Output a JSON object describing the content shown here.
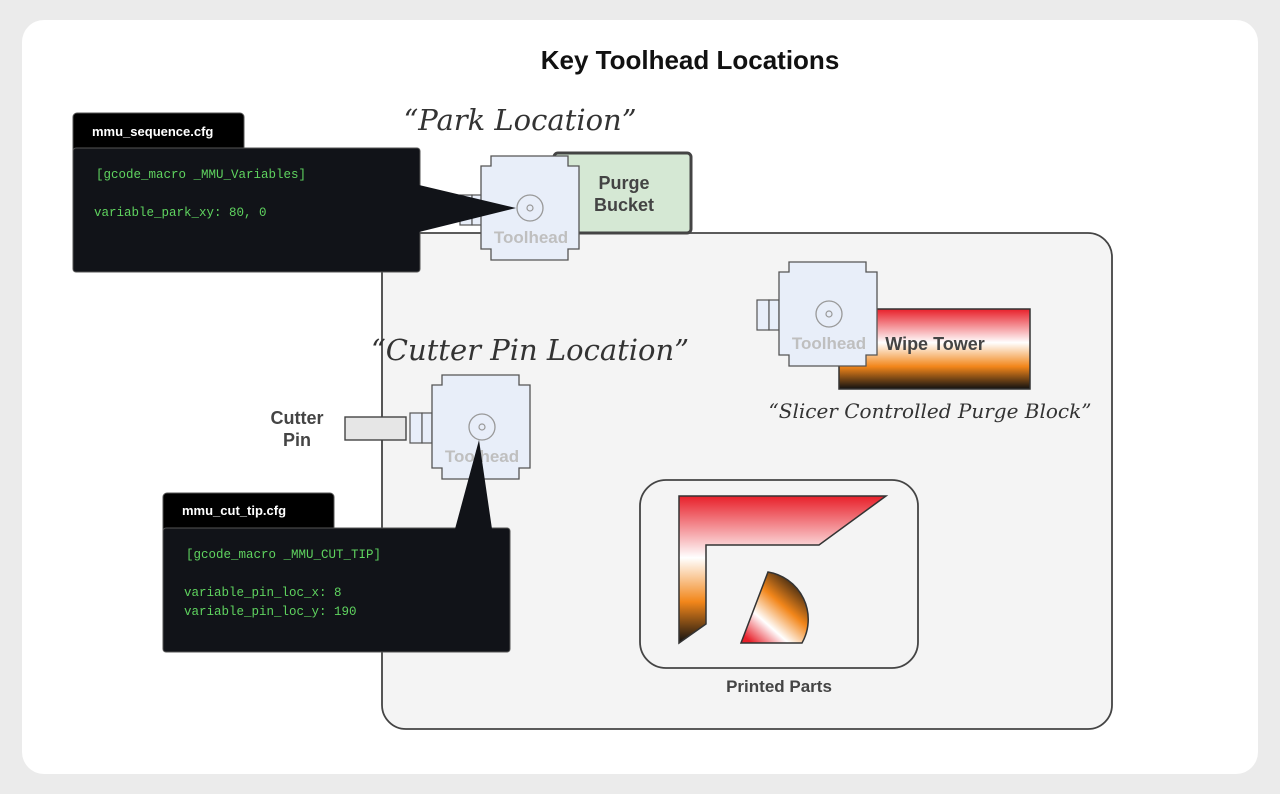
{
  "title": "Key Toolhead Locations",
  "labels": {
    "park_location": "“Park Location”",
    "cutter_pin_location": "“Cutter Pin Location”",
    "slicer_purge_block": "“Slicer Controlled Purge Block”",
    "purge_bucket_line1": "Purge",
    "purge_bucket_line2": "Bucket",
    "wipe_tower": "Wipe Tower",
    "cutter_pin_line1": "Cutter",
    "cutter_pin_line2": "Pin",
    "printed_parts": "Printed Parts",
    "toolhead": "Toolhead"
  },
  "config_boxes": {
    "sequence": {
      "file": "mmu_sequence.cfg",
      "lines": [
        "[gcode_macro _MMU_Variables]",
        "",
        "variable_park_xy: 80, 0"
      ]
    },
    "cut_tip": {
      "file": "mmu_cut_tip.cfg",
      "lines": [
        "[gcode_macro _MMU_CUT_TIP]",
        "",
        "variable_pin_loc_x: 8",
        "variable_pin_loc_y: 190"
      ]
    }
  },
  "colors": {
    "bed_fill": "#f4f4f4",
    "purge_bucket_fill": "#d5e8d4",
    "toolhead_fill": "#e8eef9",
    "code_bg": "#111318",
    "code_text": "#5fd35f",
    "gradient": [
      "#e8202a",
      "#ffffff",
      "#f2861a",
      "#111111"
    ]
  }
}
